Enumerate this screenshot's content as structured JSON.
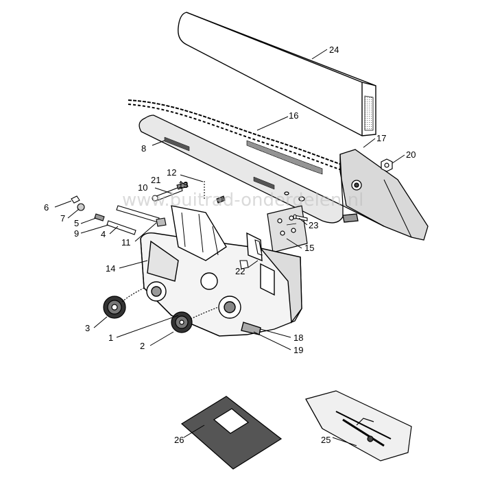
{
  "watermark": "www.buitrad-onderdelen.nl",
  "parts": [
    {
      "id": "blade-cover",
      "label": "24"
    },
    {
      "id": "saw-chain",
      "label": "16"
    },
    {
      "id": "chain-bar",
      "label": "8"
    },
    {
      "id": "side-cover",
      "label": "17"
    },
    {
      "id": "nut",
      "label": "20"
    },
    {
      "id": "pin-12",
      "label": "12"
    },
    {
      "id": "part-13",
      "label": "13"
    },
    {
      "id": "part-10",
      "label": "10"
    },
    {
      "id": "part-21",
      "label": "21"
    },
    {
      "id": "screw-6",
      "label": "6"
    },
    {
      "id": "washer-7",
      "label": "7"
    },
    {
      "id": "spring-5",
      "label": "5"
    },
    {
      "id": "part-9",
      "label": "9"
    },
    {
      "id": "tensioner-4",
      "label": "4"
    },
    {
      "id": "part-11",
      "label": "11"
    },
    {
      "id": "screw-23",
      "label": "23"
    },
    {
      "id": "plate-15",
      "label": "15"
    },
    {
      "id": "part-14",
      "label": "14"
    },
    {
      "id": "part-22",
      "label": "22"
    },
    {
      "id": "knob-3",
      "label": "3"
    },
    {
      "id": "housing-1",
      "label": "1"
    },
    {
      "id": "knob-2",
      "label": "2"
    },
    {
      "id": "part-18",
      "label": "18"
    },
    {
      "id": "part-19",
      "label": "19"
    },
    {
      "id": "manual-26",
      "label": "26"
    },
    {
      "id": "bag-25",
      "label": "25"
    }
  ]
}
